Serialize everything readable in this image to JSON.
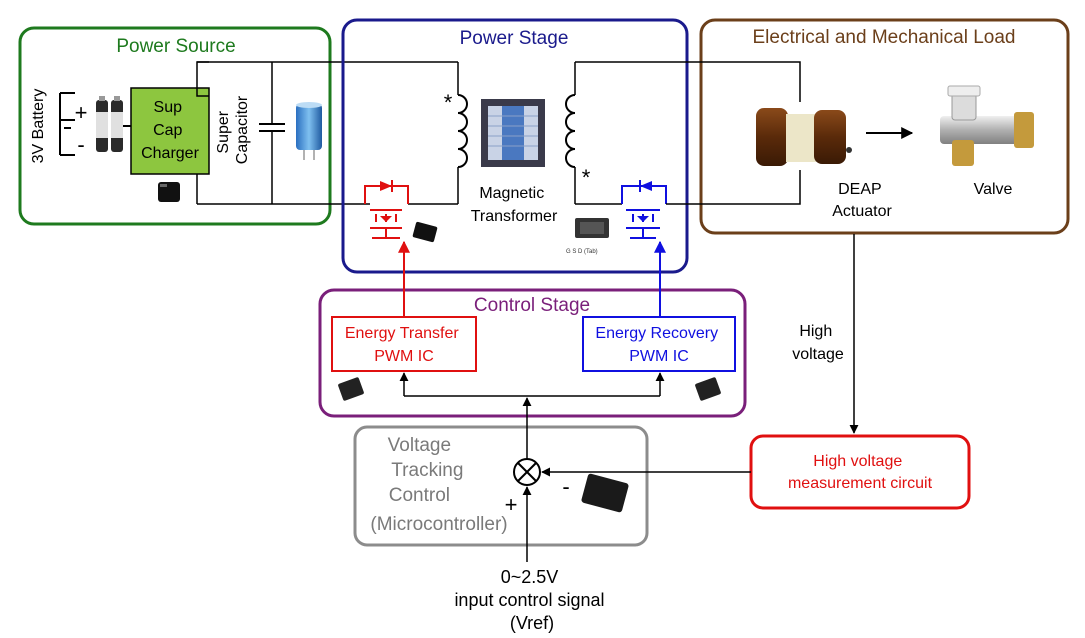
{
  "power_source": {
    "title": "Power Source",
    "battery_label": "3V Battery",
    "plus": "+",
    "minus": "-",
    "charger_lines": [
      "Sup",
      "Cap",
      "Charger"
    ],
    "supercap_lines": [
      "Super",
      "Capacitor"
    ]
  },
  "power_stage": {
    "title": "Power Stage",
    "transformer_lines": [
      "Magnetic",
      "Transformer"
    ],
    "dot": "*"
  },
  "load": {
    "title": "Electrical and Mechanical Load",
    "actuator_lines": [
      "DEAP",
      "Actuator"
    ],
    "valve_label": "Valve"
  },
  "control_stage": {
    "title": "Control Stage",
    "transfer_ic": [
      "Energy Transfer",
      "PWM IC"
    ],
    "recovery_ic": [
      "Energy Recovery",
      "PWM IC"
    ]
  },
  "high_voltage_label": [
    "High",
    "voltage"
  ],
  "measurement": [
    "High voltage",
    "measurement circuit"
  ],
  "tracking": {
    "lines": [
      "Voltage",
      "Tracking",
      "Control",
      "(Microcontroller)"
    ],
    "plus": "+",
    "minus": "-"
  },
  "input_signal": [
    "0~2.5V",
    "input control signal",
    "(Vref)"
  ],
  "chip_text": "G  S  D (Tab)",
  "colors": {
    "green": "#1e7a1e",
    "navy": "#1a1a8c",
    "brown": "#6b3f1a",
    "purple": "#7a1f7a",
    "red": "#e01010",
    "blue": "#1010e0",
    "gray": "#8c8c8c",
    "charger_fill": "#8dc63f"
  }
}
